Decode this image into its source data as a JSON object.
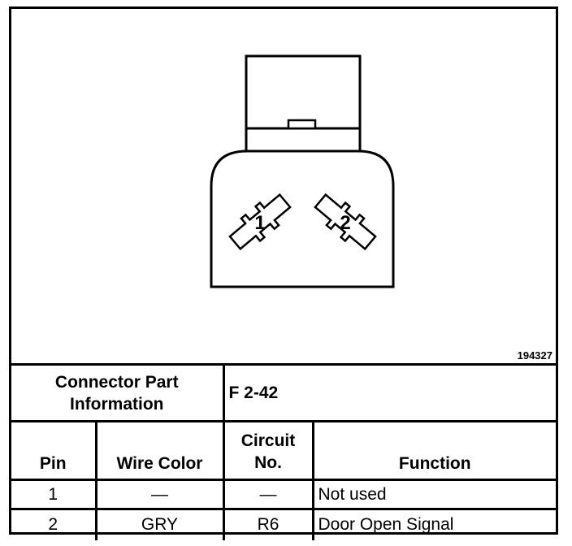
{
  "diagram": {
    "ref_number": "194327",
    "pins": [
      {
        "label": "1"
      },
      {
        "label": "2"
      }
    ]
  },
  "connector": {
    "part_label_line1": "Connector Part",
    "part_label_line2": "Information",
    "part_value": "F 2-42"
  },
  "table": {
    "headers": {
      "pin": "Pin",
      "wire_color": "Wire Color",
      "circuit_line1": "Circuit",
      "circuit_line2": "No.",
      "function": "Function"
    },
    "rows": [
      {
        "pin": "1",
        "wire_color": "—",
        "circuit": "—",
        "function": "Not used"
      },
      {
        "pin": "2",
        "wire_color": "GRY",
        "circuit": "R6",
        "function": "Door Open Signal"
      }
    ]
  }
}
